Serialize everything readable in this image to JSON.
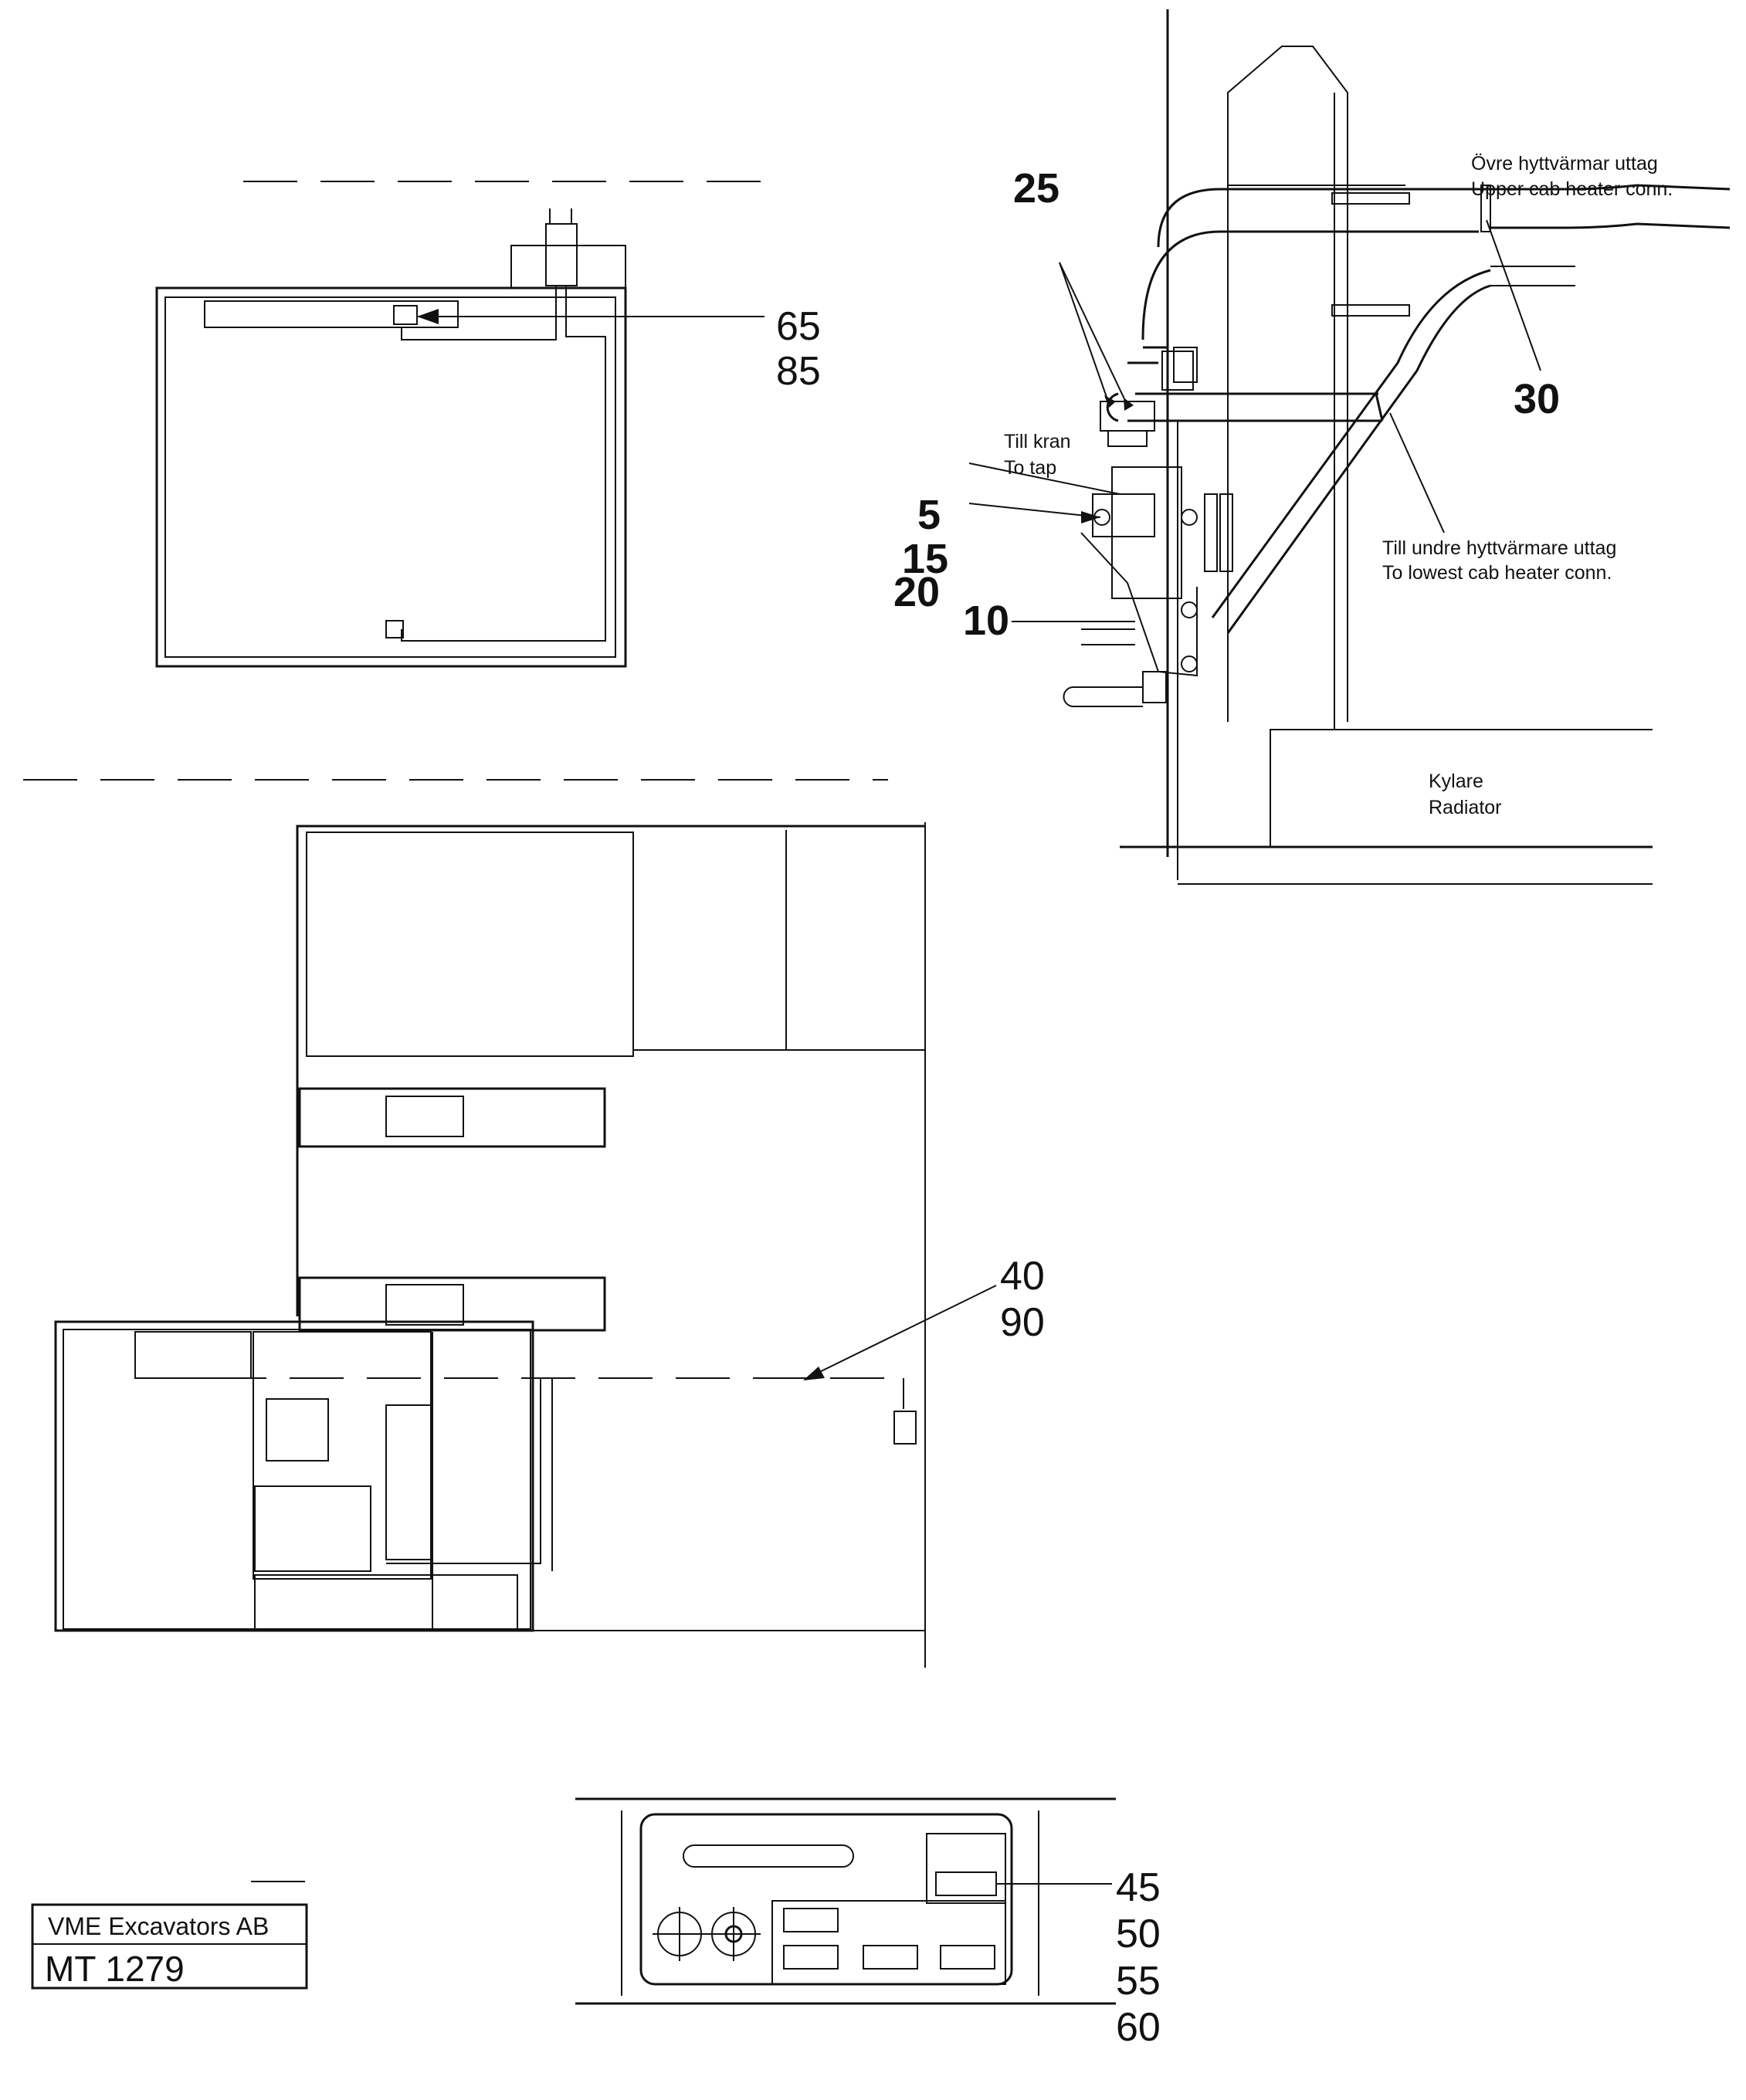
{
  "callouts": {
    "top_left": [
      "65",
      "85"
    ],
    "heater": {
      "c25": "25",
      "c30": "30",
      "c5": "5",
      "c15": "15",
      "c20": "20",
      "c10": "10"
    },
    "middle": [
      "40",
      "90"
    ],
    "panel": [
      "45",
      "50",
      "55",
      "60"
    ]
  },
  "notes": {
    "upper_sv": "Övre hyttvärmar uttag",
    "upper_en": "Upper cab heater conn.",
    "tap_sv": "Till kran",
    "tap_en": "To tap",
    "lower_sv": "Till undre hyttvärmare uttag",
    "lower_en": "To lowest cab heater conn.",
    "radiator_sv": "Kylare",
    "radiator_en": "Radiator"
  },
  "title_block": {
    "company": "VME Excavators AB",
    "drawing_no": "MT 1279"
  }
}
